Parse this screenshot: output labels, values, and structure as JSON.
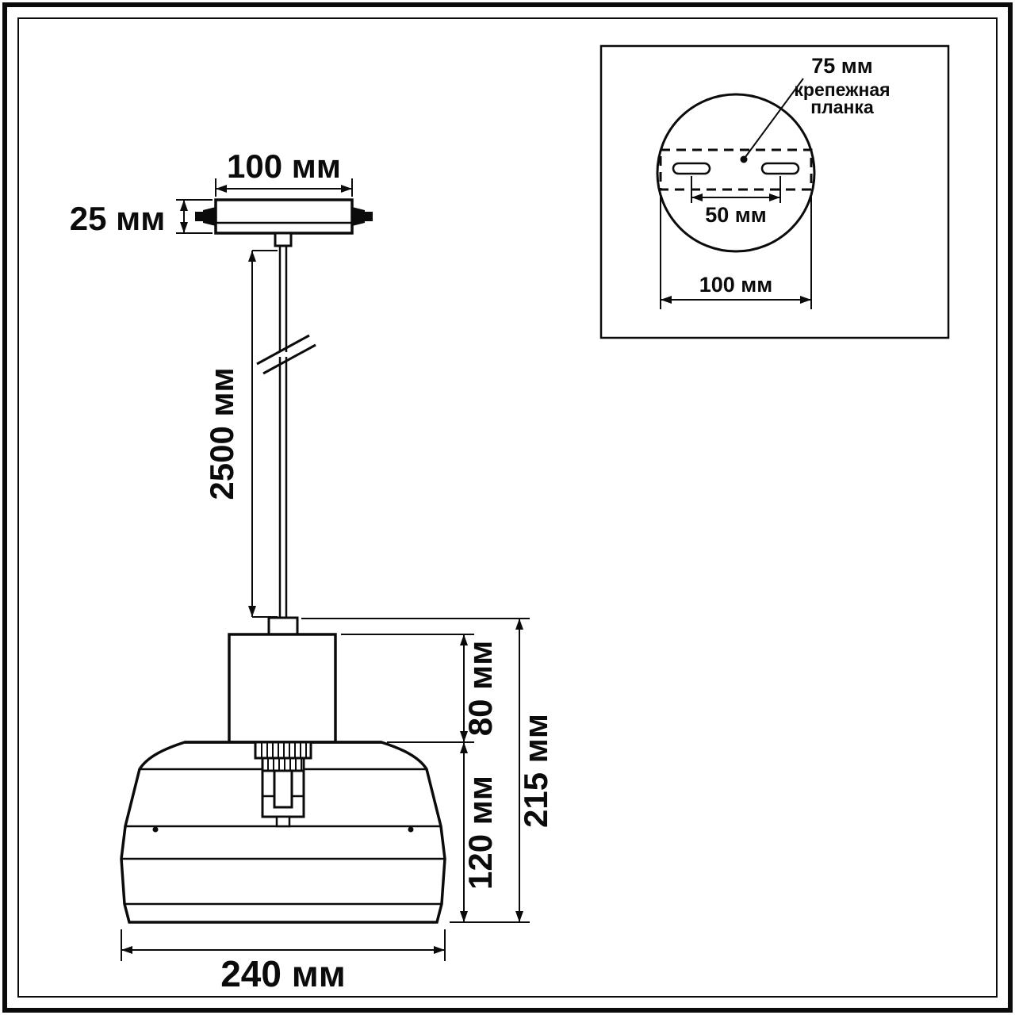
{
  "main": {
    "plate_width": "100 мм",
    "plate_height": "25 мм",
    "cable_length": "2500 мм",
    "neck_height": "80 мм",
    "shade_height": "120 мм",
    "fixture_height": "215 мм",
    "shade_diameter": "240 мм"
  },
  "inset": {
    "bracket_width": "75 мм",
    "bracket_label_line1": "крепежная",
    "bracket_label_line2": "планка",
    "hole_spacing": "50 мм",
    "base_width": "100 мм"
  },
  "colors": {
    "ink": "#0b0b0b",
    "background": "#ffffff"
  }
}
